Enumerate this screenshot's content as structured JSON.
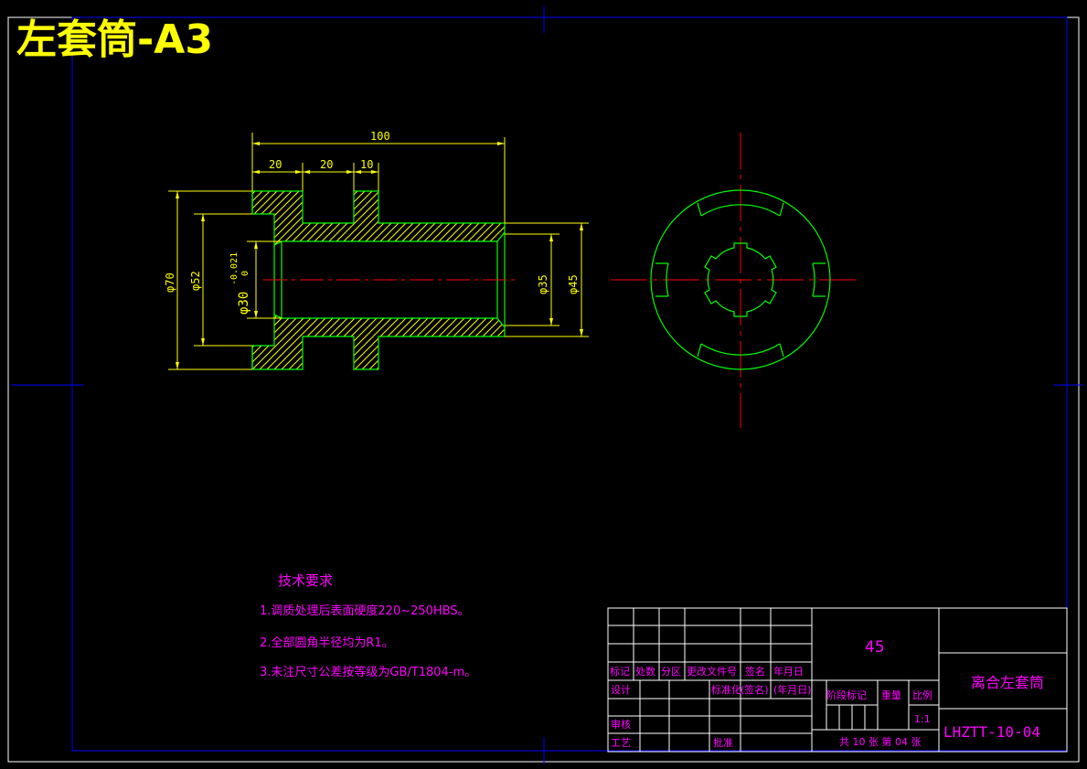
{
  "drawing_title": "左套筒-A3",
  "dimensions": {
    "overall_length": "100",
    "seg1": "20",
    "seg2": "20",
    "seg3": "10",
    "dia70": "φ70",
    "dia52": "φ52",
    "dia30": "φ30",
    "tol_upper": "-0.021",
    "tol_lower": "0",
    "dia35": "φ35",
    "dia45": "φ45"
  },
  "tech_requirements": {
    "heading": "技术要求",
    "items": [
      "1.调质处理后表面硬度220~250HBS。",
      "2.全部圆角半径均为R1。",
      "3.未注尺寸公差按等级为GB/T1804-m。"
    ]
  },
  "title_block": {
    "material": "45",
    "part_name": "离合左套筒",
    "drawing_number": "LHZTT-10-04",
    "header_labels": [
      "标记",
      "处数",
      "分区",
      "更改文件号",
      "签名",
      "年月日"
    ],
    "design": "设计",
    "standardization": "标准化",
    "signature_paren": "(签名)",
    "date_paren": "(年月日)",
    "stage_mark": "阶段标记",
    "weight": "重量",
    "scale_label": "比例",
    "scale_value": "1:1",
    "review": "审核",
    "process": "工艺",
    "approve": "批准",
    "sheets": "共 10 张 第 04 张"
  }
}
